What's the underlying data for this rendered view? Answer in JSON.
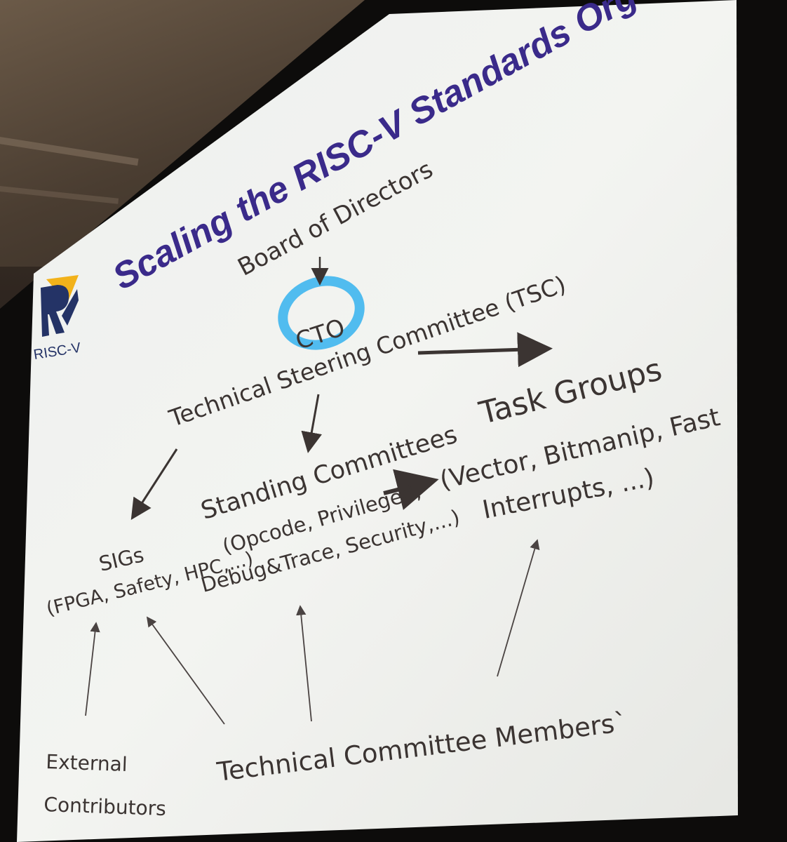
{
  "slide": {
    "title": "Scaling the RISC-V Standards Org",
    "logo_text": "RISC-V",
    "board": "Board of Directors",
    "cto": "CTO",
    "tsc": "Technical Steering Committee (TSC)",
    "task_groups": {
      "title": "Task Groups",
      "line1": "(Vector, Bitmanip, Fast",
      "line2": "Interrupts, ...)"
    },
    "standing": {
      "title": "Standing Committees",
      "line1": "(Opcode, Privileged,",
      "line2": "Debug&Trace, Security,...)"
    },
    "sigs": {
      "title": "SIGs",
      "line1": "(FPGA, Safety, HPC,...)"
    },
    "external": {
      "line1": "External",
      "line2": "Contributors"
    },
    "members": "Technical Committee Members`"
  },
  "colors": {
    "title": "#3a2a8a",
    "body_text": "#3b3432",
    "arrow": "#3b3432",
    "cto_highlight": "#3fb6ee",
    "screen": "#f0f1ee"
  }
}
